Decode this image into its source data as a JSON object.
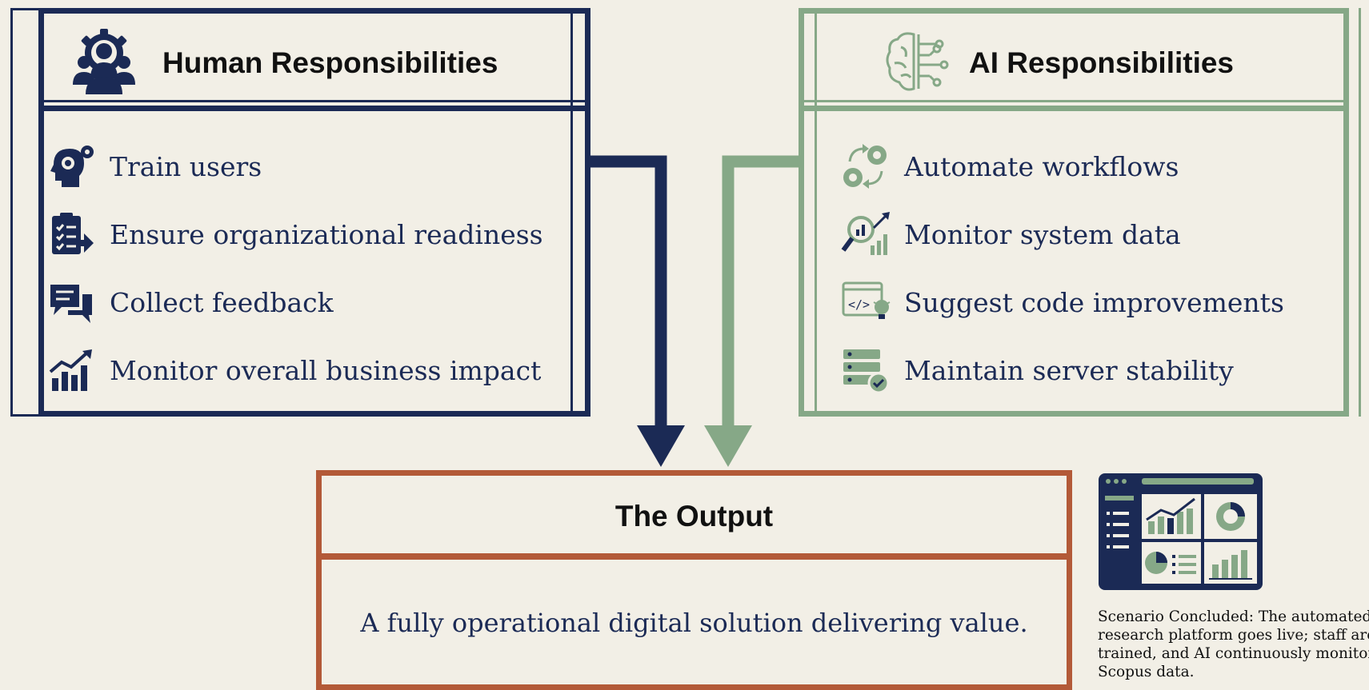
{
  "colors": {
    "human": "#1b2a55",
    "ai": "#86a887",
    "output": "#b35a38",
    "background": "#f2efe6"
  },
  "human": {
    "title": "Human Responsibilities",
    "icon": "team-gear-icon",
    "items": [
      {
        "label": "Train users",
        "icon": "head-gears-icon"
      },
      {
        "label": "Ensure organizational readiness",
        "icon": "clipboard-checklist-icon"
      },
      {
        "label": "Collect feedback",
        "icon": "chat-bubbles-icon"
      },
      {
        "label": "Monitor overall business impact",
        "icon": "growth-chart-icon"
      }
    ]
  },
  "ai": {
    "title": "AI Responsibilities",
    "icon": "brain-circuit-icon",
    "items": [
      {
        "label": "Automate workflows",
        "icon": "gears-cycle-icon"
      },
      {
        "label": "Monitor system data",
        "icon": "magnifier-chart-icon"
      },
      {
        "label": "Suggest code improvements",
        "icon": "code-lightbulb-icon"
      },
      {
        "label": "Maintain server stability",
        "icon": "server-check-icon"
      }
    ]
  },
  "output": {
    "title": "The Output",
    "description": "A fully operational digital solution delivering value."
  },
  "dashboard": {
    "icon": "dashboard-icon"
  },
  "caption": {
    "lines": [
      "Scenario Concluded: The automated",
      "research platform goes live; staff are",
      "trained, and AI continuously monitors",
      "Scopus data."
    ]
  }
}
